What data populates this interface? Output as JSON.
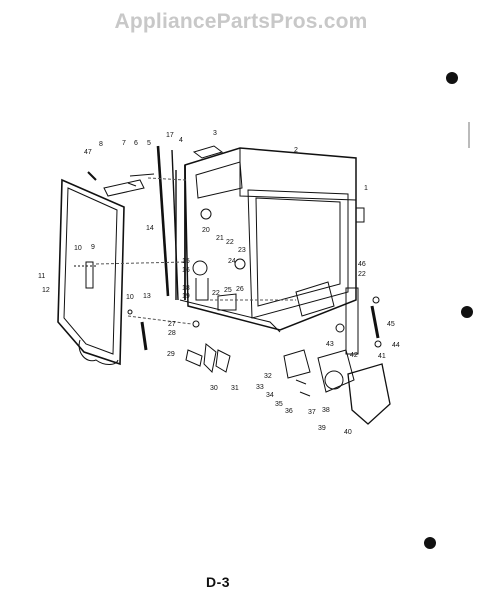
{
  "watermark": "AppliancePartsPros.com",
  "page_label": "D-3",
  "callouts": [
    {
      "id": "c47",
      "text": "47"
    },
    {
      "id": "c8",
      "text": "8"
    },
    {
      "id": "c7",
      "text": "7"
    },
    {
      "id": "c6",
      "text": "6"
    },
    {
      "id": "c5",
      "text": "5"
    },
    {
      "id": "c17",
      "text": "17"
    },
    {
      "id": "c4",
      "text": "4"
    },
    {
      "id": "c3",
      "text": "3"
    },
    {
      "id": "c2",
      "text": "2"
    },
    {
      "id": "c1",
      "text": "1"
    },
    {
      "id": "c14",
      "text": "14"
    },
    {
      "id": "c20",
      "text": "20"
    },
    {
      "id": "c21",
      "text": "21"
    },
    {
      "id": "c22a",
      "text": "22"
    },
    {
      "id": "c23",
      "text": "23"
    },
    {
      "id": "c24",
      "text": "24"
    },
    {
      "id": "c10a",
      "text": "10"
    },
    {
      "id": "c9",
      "text": "9"
    },
    {
      "id": "c11",
      "text": "11"
    },
    {
      "id": "c12",
      "text": "12"
    },
    {
      "id": "c15",
      "text": "15"
    },
    {
      "id": "c16",
      "text": "16"
    },
    {
      "id": "c18",
      "text": "18"
    },
    {
      "id": "c19",
      "text": "19"
    },
    {
      "id": "c22b",
      "text": "22"
    },
    {
      "id": "c25",
      "text": "25"
    },
    {
      "id": "c26",
      "text": "26"
    },
    {
      "id": "c46",
      "text": "46"
    },
    {
      "id": "c22c",
      "text": "22"
    },
    {
      "id": "c10b",
      "text": "10"
    },
    {
      "id": "c13",
      "text": "13"
    },
    {
      "id": "c27",
      "text": "27"
    },
    {
      "id": "c28",
      "text": "28"
    },
    {
      "id": "c45",
      "text": "45"
    },
    {
      "id": "c43",
      "text": "43"
    },
    {
      "id": "c44",
      "text": "44"
    },
    {
      "id": "c42",
      "text": "42"
    },
    {
      "id": "c29",
      "text": "29"
    },
    {
      "id": "c30",
      "text": "30"
    },
    {
      "id": "c31",
      "text": "31"
    },
    {
      "id": "c32",
      "text": "32"
    },
    {
      "id": "c33",
      "text": "33"
    },
    {
      "id": "c34",
      "text": "34"
    },
    {
      "id": "c35",
      "text": "35"
    },
    {
      "id": "c36",
      "text": "36"
    },
    {
      "id": "c37",
      "text": "37"
    },
    {
      "id": "c38",
      "text": "38"
    },
    {
      "id": "c39",
      "text": "39"
    },
    {
      "id": "c40",
      "text": "40"
    },
    {
      "id": "c41",
      "text": "41"
    }
  ]
}
